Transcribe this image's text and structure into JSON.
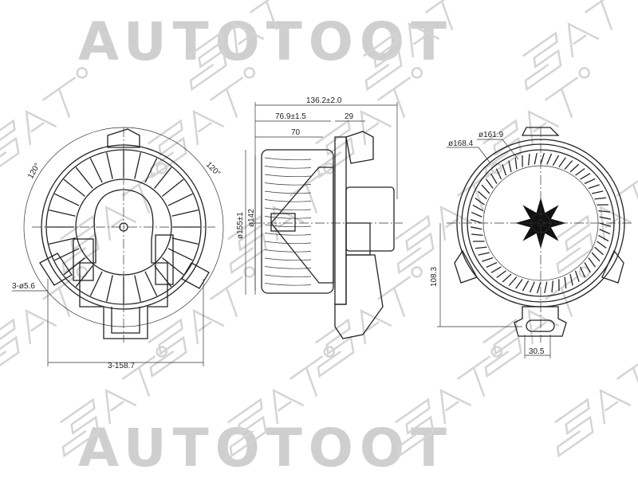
{
  "watermark": {
    "top_text": "AUTOTOOT",
    "bottom_text": "AUTOTOOT",
    "logo_text": "SAT"
  },
  "dimensions": {
    "front_angle_left": "120°",
    "front_angle_right": "120°",
    "front_holes": "3-ø5.6",
    "front_bolt_circle": "3-158.7",
    "side_overall_length": "136.2±2.0",
    "side_length_a": "76.9±1.5",
    "side_length_b": "29",
    "side_length_c": "70",
    "side_diameter_outer": "ø155±1",
    "side_diameter_inner": "ø142",
    "rear_diameter_outer": "ø168.4",
    "rear_diameter_inner": "ø161.9",
    "rear_height": "108.3",
    "rear_connector_width": "30.5"
  }
}
